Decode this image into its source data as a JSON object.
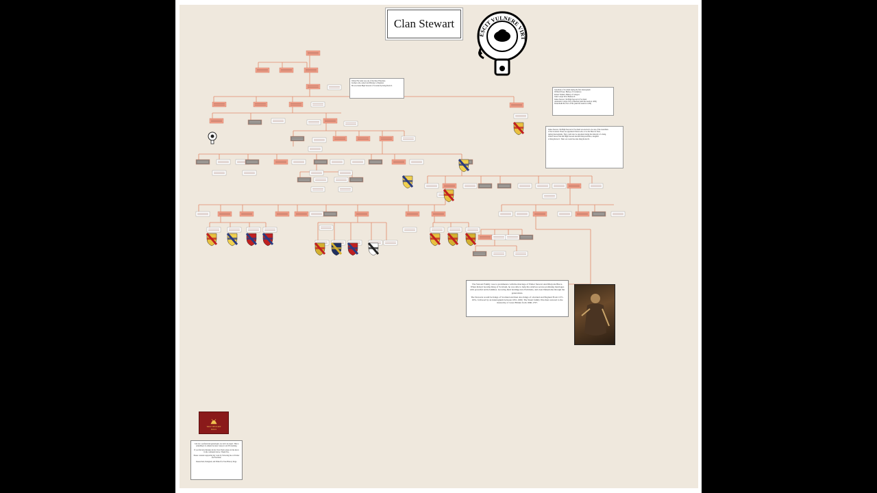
{
  "title": "Clan Stewart",
  "crest": {
    "motto": "VIRESCIT VULNERE VIRTUS",
    "icon": "pelican-crest-icon"
  },
  "story": {
    "paragraph1": "The Stewart Family rose to prominence with the marriage of Walter Stewart And Marjorie Bruce. When Robert became King of Scotland, he was able to help his relatives secure promising marriages with powerful noble families. Growing their holdings into Earldoms, and even Dukedoms through the generations.",
    "paragraph2": "The Stewarts would be Kings of Scotland and then also Kings of a Ireland and England From 1371-1651, followed by an interregnum between 1651-1660. The Stuart family Was then restored to the monarchy of Great Britain from 1660-1707."
  },
  "notes": {
    "guardians": [
      "Guardians of Scotland during the first interregnum",
      "William Fraser, Bishop of St Andrews",
      "Robert Wishart, Bishop of Glasgow",
      "John Comyn III of Badenoch",
      "James Stewart, 5th High Steward of Scotland",
      "Alexander Comyn, Earl of Buchan (until his death in 1289)",
      "Donnchadh III, Earl of Fife (until his death in 1289)"
    ],
    "james": [
      "James Stewart, 5th High Steward of Scotland was elected to be one of the Guardians",
      "of the Scotland. These are appointed Nobles who act as the Head of State",
      "during interregnums. They could also be appointed during the minority of a King.",
      "Walter Stewart the 6th High Steward married Marjorie Bruce, daughter",
      "of King Robert I. Their son would become King Robert II."
    ],
    "walter": [
      "Walter Fitz Alan was one of the three FitzAlans",
      "brothers who came from Brittany to England.",
      "He was made High Steward of Scotland by King David I."
    ]
  },
  "logo": {
    "label": "TRUE HISTORY",
    "sub": "DOGS"
  },
  "credits": {
    "p1": "I am not a professional genealogist, nor am I an expert. This is something I do simply because I enjoy it and I'm learning.",
    "p2": "If you find any mistakes in my Clan Charts please let me know in the comments below. Thank You.",
    "p3": "Please consider supporting my work by following me on Twitter and YouTube.",
    "p4": "Researched, Designed, and Edited for True History Dogs."
  }
}
